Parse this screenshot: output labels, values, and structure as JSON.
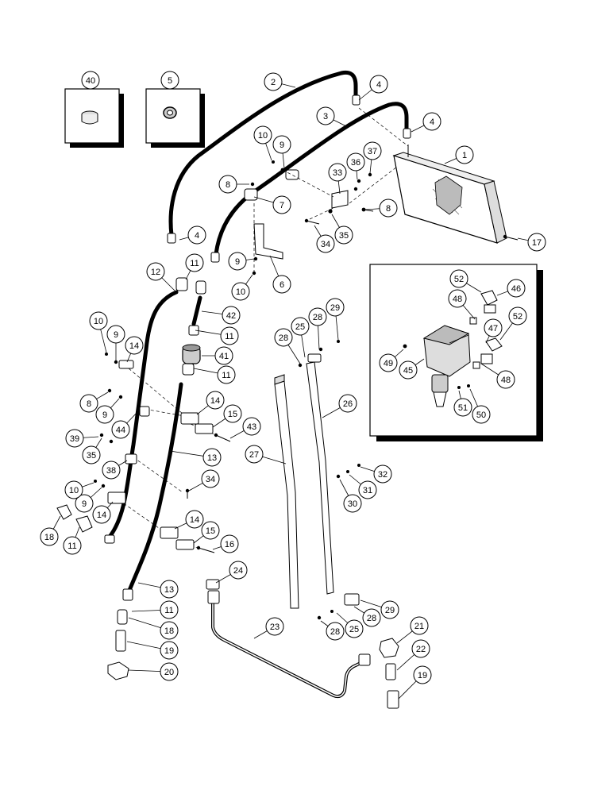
{
  "diagram": {
    "callouts": [
      {
        "id": "c1",
        "label": "1"
      },
      {
        "id": "c2",
        "label": "2"
      },
      {
        "id": "c3",
        "label": "3"
      },
      {
        "id": "c4a",
        "label": "4"
      },
      {
        "id": "c4b",
        "label": "4"
      },
      {
        "id": "c4c",
        "label": "4"
      },
      {
        "id": "c5",
        "label": "5"
      },
      {
        "id": "c40",
        "label": "40"
      },
      {
        "id": "c6",
        "label": "6"
      },
      {
        "id": "c7",
        "label": "7"
      },
      {
        "id": "c8a",
        "label": "8"
      },
      {
        "id": "c8b",
        "label": "8"
      },
      {
        "id": "c8c",
        "label": "8"
      },
      {
        "id": "c9a",
        "label": "9"
      },
      {
        "id": "c9b",
        "label": "9"
      },
      {
        "id": "c9c",
        "label": "9"
      },
      {
        "id": "c9d",
        "label": "9"
      },
      {
        "id": "c9e",
        "label": "9"
      },
      {
        "id": "c10a",
        "label": "10"
      },
      {
        "id": "c10b",
        "label": "10"
      },
      {
        "id": "c10c",
        "label": "10"
      },
      {
        "id": "c10d",
        "label": "10"
      },
      {
        "id": "c11a",
        "label": "11"
      },
      {
        "id": "c11b",
        "label": "11"
      },
      {
        "id": "c11c",
        "label": "11"
      },
      {
        "id": "c11d",
        "label": "11"
      },
      {
        "id": "c11e",
        "label": "11"
      },
      {
        "id": "c12",
        "label": "12"
      },
      {
        "id": "c13a",
        "label": "13"
      },
      {
        "id": "c13b",
        "label": "13"
      },
      {
        "id": "c14a",
        "label": "14"
      },
      {
        "id": "c14b",
        "label": "14"
      },
      {
        "id": "c14c",
        "label": "14"
      },
      {
        "id": "c14d",
        "label": "14"
      },
      {
        "id": "c15a",
        "label": "15"
      },
      {
        "id": "c15b",
        "label": "15"
      },
      {
        "id": "c16",
        "label": "16"
      },
      {
        "id": "c17",
        "label": "17"
      },
      {
        "id": "c18a",
        "label": "18"
      },
      {
        "id": "c18b",
        "label": "18"
      },
      {
        "id": "c19a",
        "label": "19"
      },
      {
        "id": "c19b",
        "label": "19"
      },
      {
        "id": "c20",
        "label": "20"
      },
      {
        "id": "c21",
        "label": "21"
      },
      {
        "id": "c22",
        "label": "22"
      },
      {
        "id": "c23",
        "label": "23"
      },
      {
        "id": "c24",
        "label": "24"
      },
      {
        "id": "c25a",
        "label": "25"
      },
      {
        "id": "c25b",
        "label": "25"
      },
      {
        "id": "c26",
        "label": "26"
      },
      {
        "id": "c27",
        "label": "27"
      },
      {
        "id": "c28a",
        "label": "28"
      },
      {
        "id": "c28b",
        "label": "28"
      },
      {
        "id": "c28c",
        "label": "28"
      },
      {
        "id": "c28d",
        "label": "28"
      },
      {
        "id": "c29a",
        "label": "29"
      },
      {
        "id": "c29b",
        "label": "29"
      },
      {
        "id": "c30",
        "label": "30"
      },
      {
        "id": "c31",
        "label": "31"
      },
      {
        "id": "c32",
        "label": "32"
      },
      {
        "id": "c33",
        "label": "33"
      },
      {
        "id": "c34a",
        "label": "34"
      },
      {
        "id": "c34b",
        "label": "34"
      },
      {
        "id": "c35a",
        "label": "35"
      },
      {
        "id": "c35b",
        "label": "35"
      },
      {
        "id": "c36",
        "label": "36"
      },
      {
        "id": "c37",
        "label": "37"
      },
      {
        "id": "c38",
        "label": "38"
      },
      {
        "id": "c39",
        "label": "39"
      },
      {
        "id": "c41",
        "label": "41"
      },
      {
        "id": "c42",
        "label": "42"
      },
      {
        "id": "c43",
        "label": "43"
      },
      {
        "id": "c44",
        "label": "44"
      },
      {
        "id": "c45",
        "label": "45"
      },
      {
        "id": "c46",
        "label": "46"
      },
      {
        "id": "c47",
        "label": "47"
      },
      {
        "id": "c48a",
        "label": "48"
      },
      {
        "id": "c48b",
        "label": "48"
      },
      {
        "id": "c49",
        "label": "49"
      },
      {
        "id": "c50",
        "label": "50"
      },
      {
        "id": "c51",
        "label": "51"
      },
      {
        "id": "c52a",
        "label": "52"
      },
      {
        "id": "c52b",
        "label": "52"
      }
    ]
  }
}
